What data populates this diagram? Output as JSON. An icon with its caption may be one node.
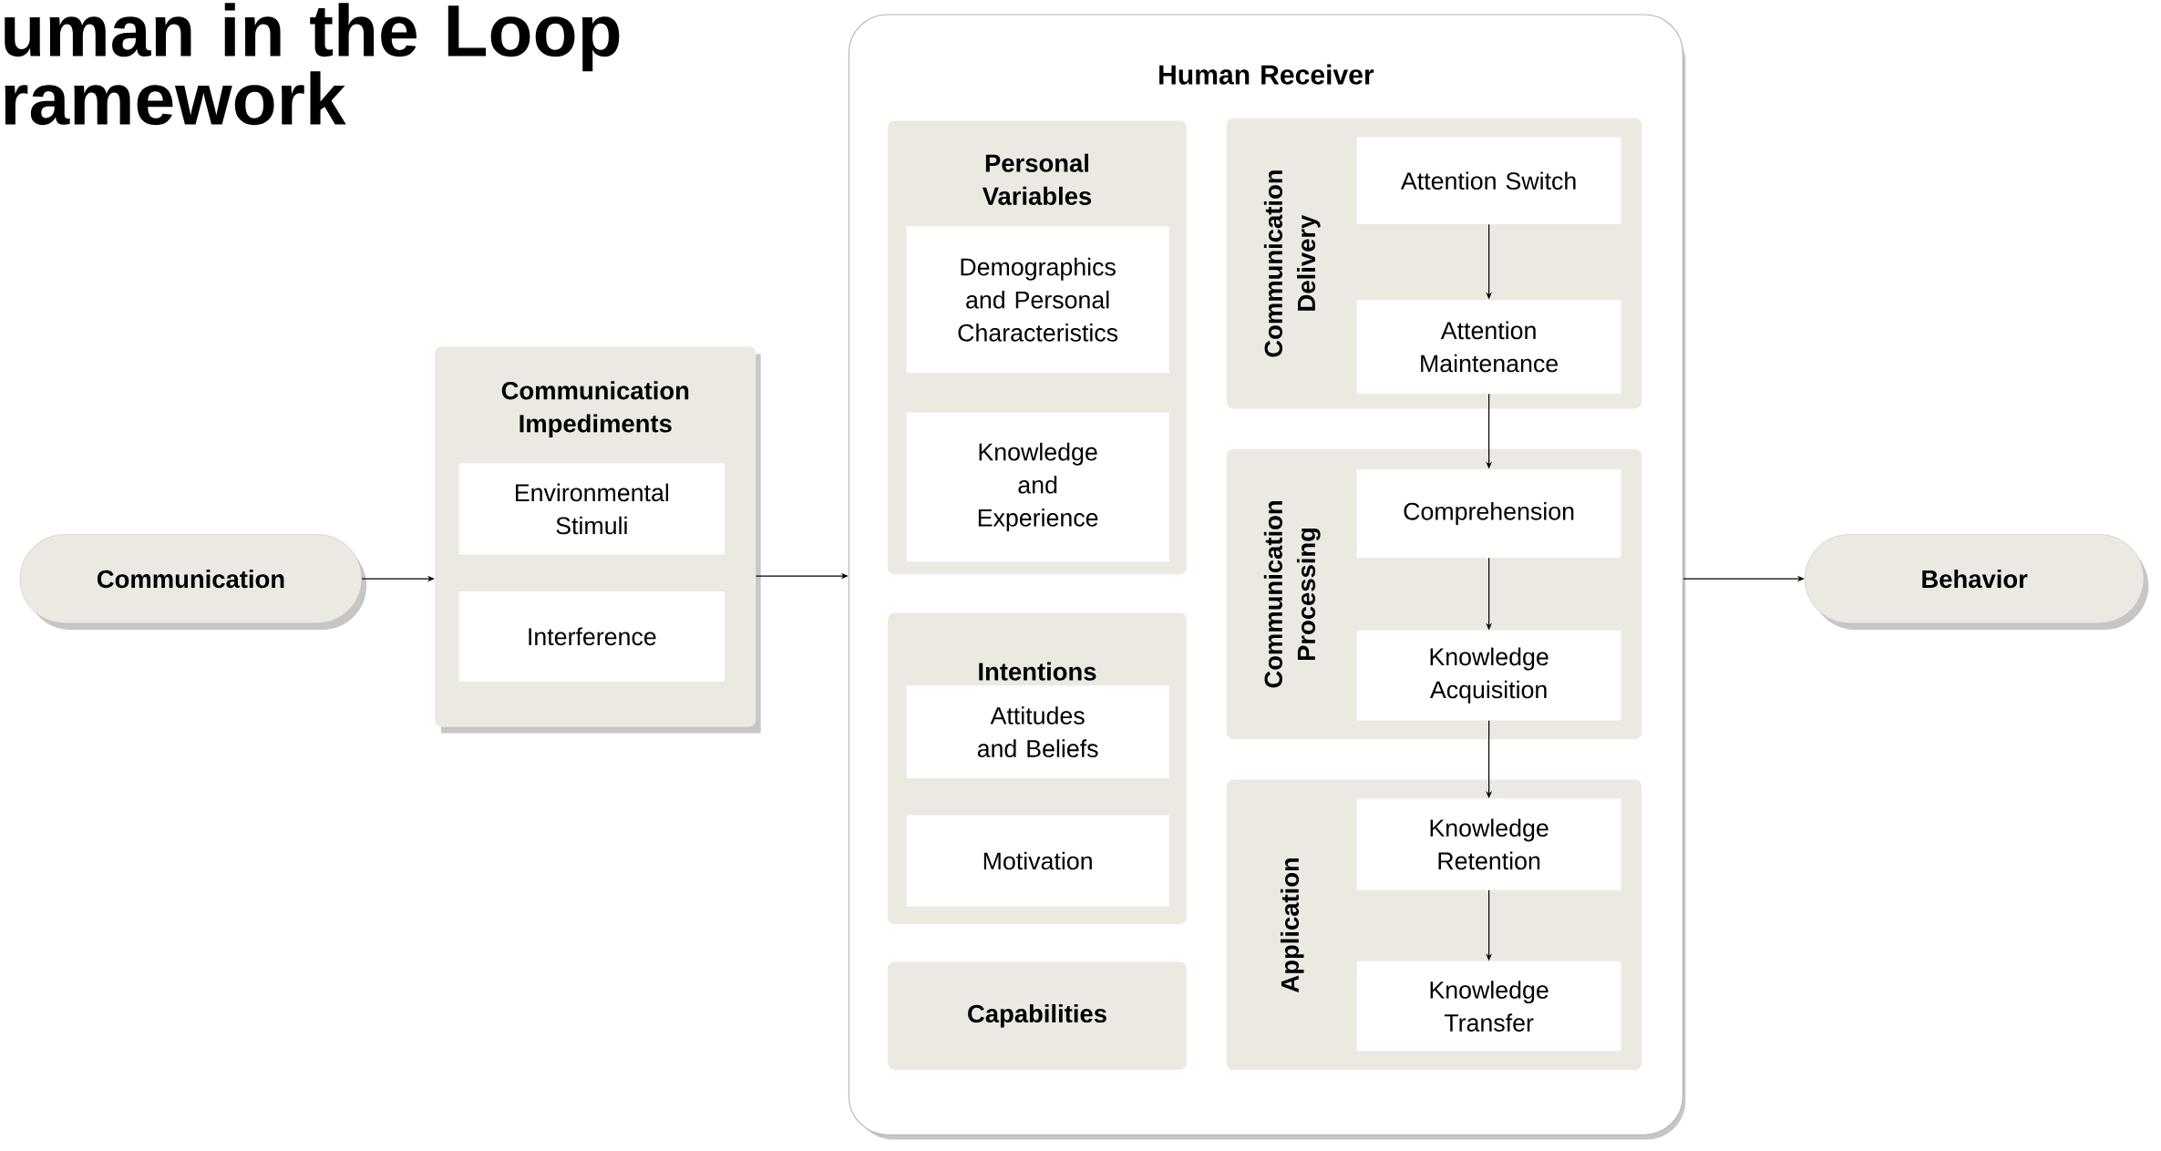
{
  "diagram": {
    "title": "uman in the Loop ramework",
    "nodes": [
      {
        "text": [
          "Communication"
        ]
      },
      {
        "text": [
          "Communication Impediments"
        ]
      },
      {
        "text": [
          "Environmental Stimuli"
        ],
        "in": 1
      },
      {
        "text": [
          "Interference"
        ],
        "in": 1
      },
      {
        "text": [
          "Human Receiver"
        ]
      },
      {
        "text": [
          "Personal Variables"
        ],
        "in": 4
      },
      {
        "text": [
          "Demographics and Personal Characteristics"
        ],
        "in": 5
      },
      {
        "text": [
          "Knowledge and Experience"
        ],
        "in": 5
      },
      {
        "text": [
          "Intentions"
        ],
        "in": 4
      },
      {
        "text": [
          "Attitudes and Beliefs"
        ],
        "in": 8
      },
      {
        "text": [
          "Motivation"
        ],
        "in": 8
      },
      {
        "text": [
          "Capabilities"
        ],
        "in": 4
      },
      {
        "text": [
          "Communication Delivery"
        ],
        "in": 4
      },
      {
        "text": [
          "Attention Switch"
        ],
        "in": 12
      },
      {
        "text": [
          "Attention Maintenance"
        ],
        "in": 12
      },
      {
        "text": [
          "Communication Processing"
        ],
        "in": 4
      },
      {
        "text": [
          "Comprehension"
        ],
        "in": 15
      },
      {
        "text": [
          "Knowledge Acquisition"
        ],
        "in": 15
      },
      {
        "text": [
          "Application"
        ],
        "in": 4
      },
      {
        "text": [
          "Knowledge Retention"
        ],
        "in": 18
      },
      {
        "text": [
          "Knowledge Transfer"
        ],
        "in": 18
      },
      {
        "text": [
          "Behavior"
        ]
      }
    ],
    "edges": [
      {
        "from": 0,
        "to": 1,
        "arrow": "to"
      },
      {
        "from": 1,
        "to": 4,
        "arrow": "to"
      },
      {
        "from": 4,
        "to": 21,
        "arrow": "to"
      },
      {
        "from": 13,
        "to": 14,
        "arrow": "to"
      },
      {
        "from": 14,
        "to": 16,
        "arrow": "to"
      },
      {
        "from": 16,
        "to": 17,
        "arrow": "to"
      },
      {
        "from": 17,
        "to": 19,
        "arrow": "to"
      },
      {
        "from": 19,
        "to": 20,
        "arrow": "to"
      }
    ]
  }
}
